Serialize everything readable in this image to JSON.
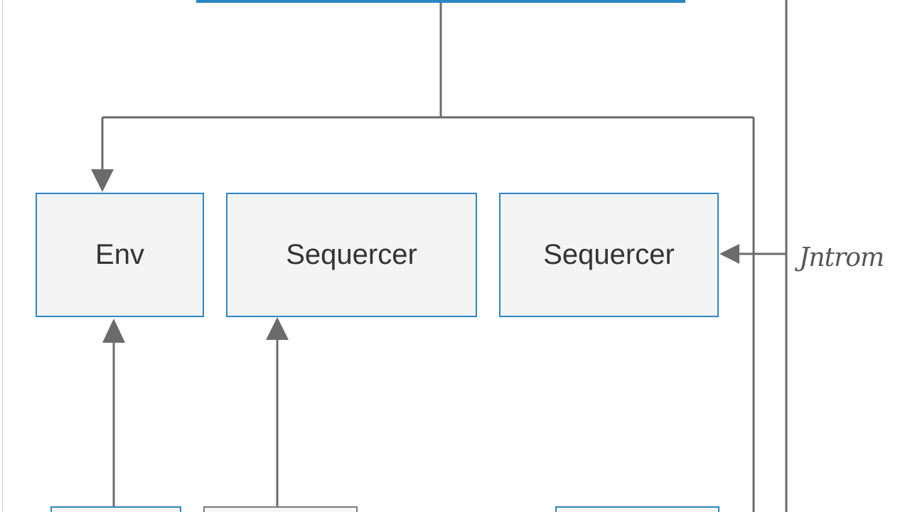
{
  "diagram": {
    "blocks": [
      {
        "id": "env",
        "label": "Env"
      },
      {
        "id": "sequencer-1",
        "label": "Sequercer"
      },
      {
        "id": "sequencer-2",
        "label": "Sequercer"
      }
    ],
    "side_label": "Jntrom",
    "colors": {
      "block_border": "#2b86c5",
      "block_fill": "#f4f4f4",
      "wire": "#6b6b6b",
      "text": "#333333"
    }
  }
}
